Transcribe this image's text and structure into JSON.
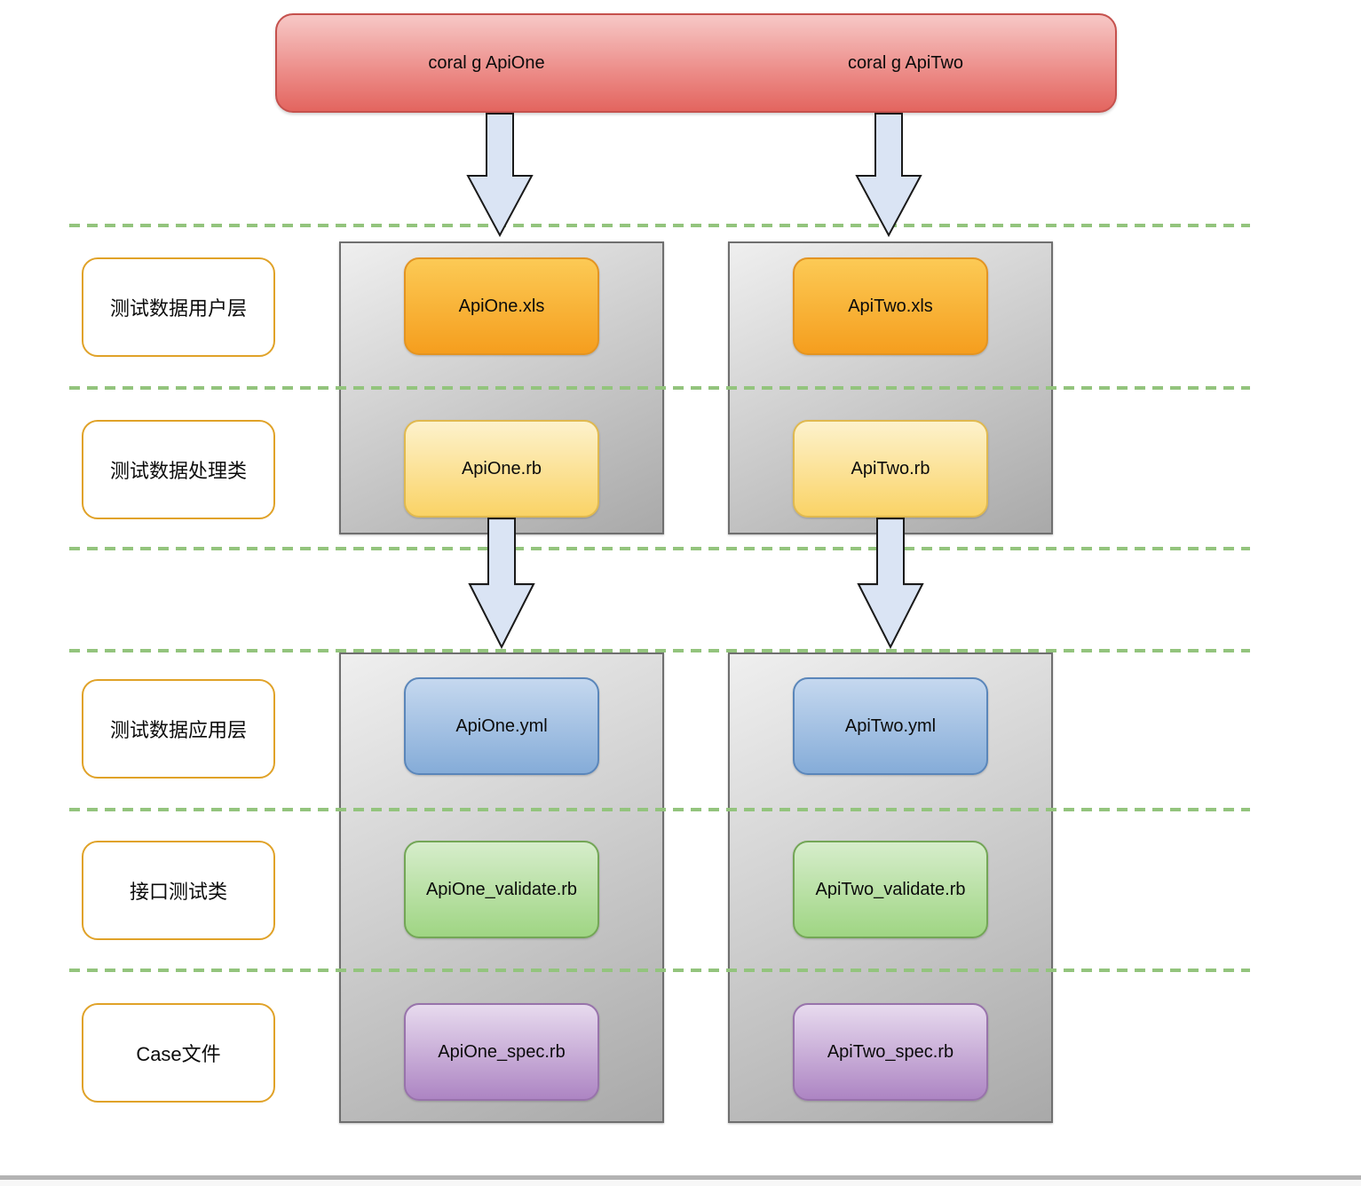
{
  "palette": {
    "command_top": "#f6c4c2",
    "command_mid": "#ec8b87",
    "command_bottom": "#e3655f",
    "command_border": "#c5514d",
    "xls_top": "#fcca55",
    "xls_bottom": "#f59e1e",
    "xls_border": "#e39422",
    "rb_top": "#fdf2cc",
    "rb_bottom": "#fad366",
    "rb_border": "#e0b94f",
    "yml_top": "#c5d8ef",
    "yml_bottom": "#85acd8",
    "yml_border": "#5a86ba",
    "validate_top": "#d6edcb",
    "validate_bottom": "#9fd583",
    "validate_border": "#73a656",
    "spec_top": "#e7daee",
    "spec_bottom": "#ad85c3",
    "spec_border": "#9873ab",
    "pkg_top": "#efefef",
    "pkg_bottom": "#a9a9a9",
    "pkg_border": "#6f6f6f",
    "label_border": "#e0a228",
    "dash_color": "#93c47d",
    "arrow_fill": "#dae4f4",
    "arrow_stroke": "#1a1a1a",
    "bottom_bar": "#b3b3b3"
  },
  "command_bar": {
    "commands": [
      {
        "label": "coral g ApiOne"
      },
      {
        "label": "coral g ApiTwo"
      }
    ]
  },
  "layer_labels": [
    {
      "label": "测试数据用户层"
    },
    {
      "label": "测试数据处理类"
    },
    {
      "label": "测试数据应用层"
    },
    {
      "label": "接口测试类"
    },
    {
      "label": "Case文件"
    }
  ],
  "columns": [
    {
      "api": "ApiOne",
      "files": [
        {
          "kind": "xls",
          "label": "ApiOne.xls"
        },
        {
          "kind": "rb",
          "label": "ApiOne.rb"
        },
        {
          "kind": "yml",
          "label": "ApiOne.yml"
        },
        {
          "kind": "validate",
          "label": "ApiOne_validate.rb"
        },
        {
          "kind": "spec",
          "label": "ApiOne_spec.rb"
        }
      ]
    },
    {
      "api": "ApiTwo",
      "files": [
        {
          "kind": "xls",
          "label": "ApiTwo.xls"
        },
        {
          "kind": "rb",
          "label": "ApiTwo.rb"
        },
        {
          "kind": "yml",
          "label": "ApiTwo.yml"
        },
        {
          "kind": "validate",
          "label": "ApiTwo_validate.rb"
        },
        {
          "kind": "spec",
          "label": "ApiTwo_spec.rb"
        }
      ]
    }
  ]
}
